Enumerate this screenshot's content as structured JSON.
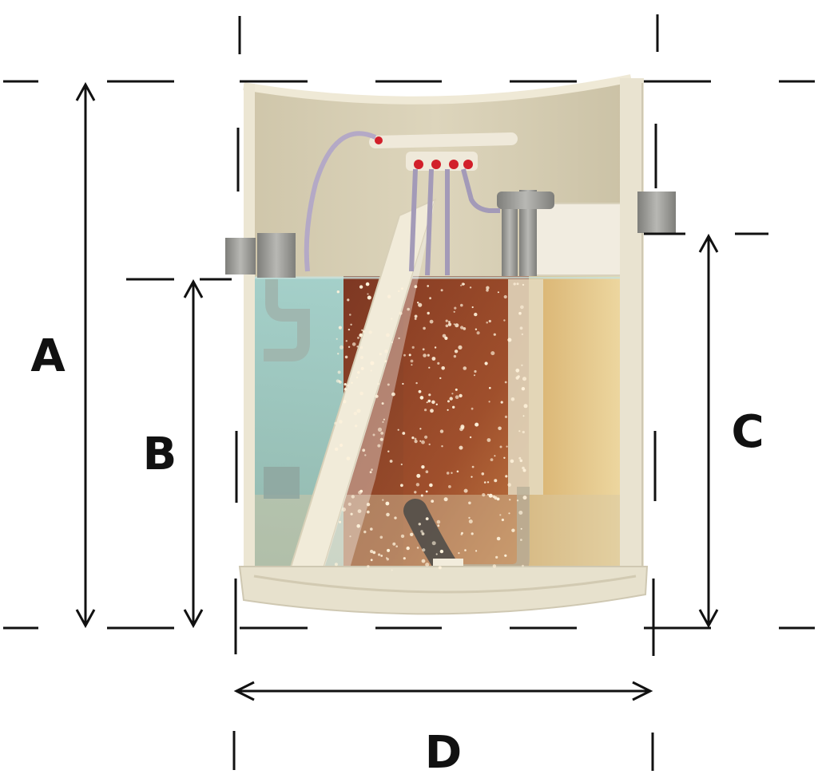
{
  "labels": {
    "a": "A",
    "b": "B",
    "c": "C",
    "d": "D"
  },
  "colors": {
    "tank_shell": "#e8e2cf",
    "tank_inner": "#d6ccb0",
    "chamber_primary": "#9cc7c1",
    "chamber_bioreactor": "#8a3a1a",
    "chamber_clarifier": "#e9c98a",
    "pipe": "#9a9a96",
    "valve_accent": "#d21f2a",
    "dimension_line": "#111111"
  },
  "icons": {
    "inlet": "inlet-pipe",
    "outlet": "outlet-pipe",
    "distribution": "air-manifold",
    "aeration": "air-bubbles"
  }
}
